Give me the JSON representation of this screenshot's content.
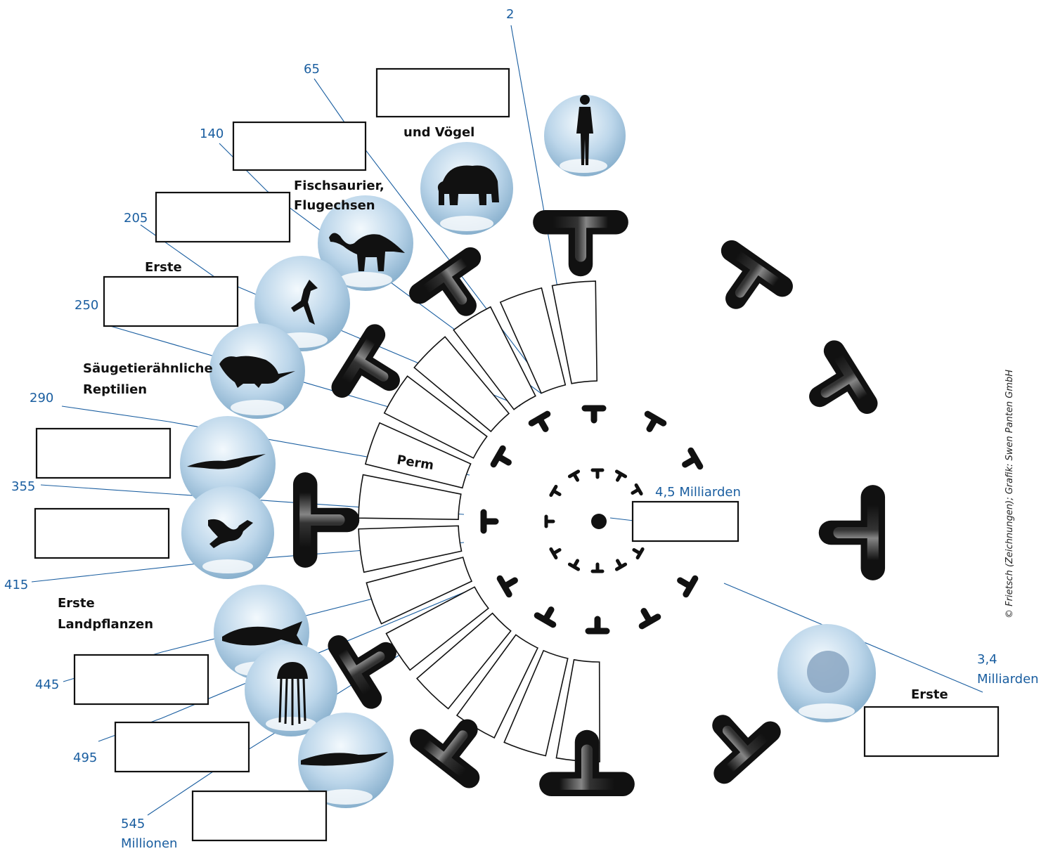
{
  "numbers": {
    "n2": "2",
    "n65": "65",
    "n140": "140",
    "n205": "205",
    "n250": "250",
    "n290": "290",
    "n355": "355",
    "n415": "415",
    "n445": "445",
    "n495": "495",
    "n545": "545",
    "millionen": "Millionen",
    "milliarden45": "4,5 Milliarden",
    "n34": "3,4",
    "milliarden34": "Milliarden"
  },
  "labels": {
    "und_voegel": "und Vögel",
    "fischsaurier": "Fischsaurier,",
    "flugechsen": "Flugechsen",
    "erste_top": "Erste",
    "saeuger1": "Säugetierähnliche",
    "saeuger2": "Reptilien",
    "perm": "Perm",
    "erste_land": "Erste",
    "landpflanzen": "Landpflanzen",
    "erste_right": "Erste"
  },
  "credit": "© Frietsch (Zeichnungen); Grafik: Swen Panten GmbH",
  "colors": {
    "accent_blue": "#1a5ea0",
    "bubble_light": "#eaf4fb",
    "bubble_dark": "#7fa9c8",
    "silhouette": "#111111"
  },
  "bubbles": [
    {
      "icon": "human-icon"
    },
    {
      "icon": "elephant-icon"
    },
    {
      "icon": "dinosaur-icon"
    },
    {
      "icon": "bird-icon"
    },
    {
      "icon": "mouse-icon"
    },
    {
      "icon": "crocodile-icon"
    },
    {
      "icon": "lizard-icon"
    },
    {
      "icon": "fish-icon"
    },
    {
      "icon": "jellyfish-icon"
    },
    {
      "icon": "worm-icon"
    },
    {
      "icon": "cell-icon"
    }
  ]
}
